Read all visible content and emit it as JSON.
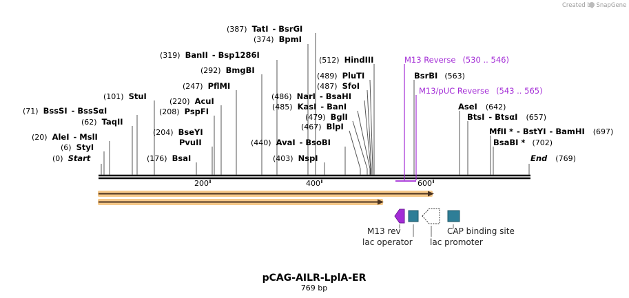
{
  "watermark": "Created by SnapGene",
  "title": "pCAG-AILR-LplA-ER",
  "length_label": "769 bp",
  "sequence_length": 769,
  "colors": {
    "primer": "#a32cd6",
    "feature_teal": "#2e7e97",
    "orf_glow": "#f6c98a",
    "orf_line": "#4a3320",
    "backbone": "#000000"
  },
  "scale_ticks": [
    "200",
    "400",
    "600"
  ],
  "sites": [
    {
      "pos": "(0)",
      "name": "Start",
      "bp": 0,
      "italic": true
    },
    {
      "pos": "(6)",
      "name": "StyI",
      "bp": 6
    },
    {
      "pos": "(20)",
      "name": "AleI",
      "extra": "MslI",
      "bp": 20
    },
    {
      "pos": "(62)",
      "name": "TaqII",
      "bp": 62
    },
    {
      "pos": "(71)",
      "name": "BssSI",
      "extra": "BssSαI",
      "bp": 71
    },
    {
      "pos": "(101)",
      "name": "StuI",
      "bp": 101
    },
    {
      "pos": "(176)",
      "name": "BsaI",
      "bp": 176
    },
    {
      "pos": "(204)",
      "name": "BseYI",
      "bp": 204
    },
    {
      "pos": "",
      "name": "PvuII",
      "bp": 204
    },
    {
      "pos": "(208)",
      "name": "PspFI",
      "bp": 208
    },
    {
      "pos": "(220)",
      "name": "AcuI",
      "bp": 220
    },
    {
      "pos": "(247)",
      "name": "PflMI",
      "bp": 247
    },
    {
      "pos": "(292)",
      "name": "BmgBI",
      "bp": 292
    },
    {
      "pos": "(319)",
      "name": "BanII",
      "extra": "Bsp1286I",
      "bp": 319
    },
    {
      "pos": "(374)",
      "name": "BpmI",
      "bp": 374
    },
    {
      "pos": "(387)",
      "name": "TatI",
      "extra": "BsrGI",
      "bp": 387
    },
    {
      "pos": "(403)",
      "name": "NspI",
      "bp": 403
    },
    {
      "pos": "(440)",
      "name": "AvaI",
      "extra": "BsoBI",
      "bp": 440
    },
    {
      "pos": "(467)",
      "name": "BlpI",
      "bp": 467
    },
    {
      "pos": "(479)",
      "name": "BglI",
      "bp": 479
    },
    {
      "pos": "(485)",
      "name": "KasI",
      "extra": "BanI",
      "bp": 485
    },
    {
      "pos": "(486)",
      "name": "NarI",
      "extra": "BsaHI",
      "bp": 486
    },
    {
      "pos": "(487)",
      "name": "SfoI",
      "bp": 487
    },
    {
      "pos": "(489)",
      "name": "PluTI",
      "bp": 489
    },
    {
      "pos": "(512)",
      "name": "HindIII",
      "bp": 512
    },
    {
      "pos": "(563)",
      "name": "BsrBI",
      "bp": 563
    },
    {
      "pos": "(642)",
      "name": "AseI",
      "bp": 642
    },
    {
      "pos": "(657)",
      "name": "BtsI",
      "extra": "BtsαI",
      "bp": 657
    },
    {
      "pos": "(697)",
      "name": "MfII *",
      "extra": "BstYI",
      "extra2": "BamHI",
      "bp": 697
    },
    {
      "pos": "(702)",
      "name": "BsaBI *",
      "bp": 702
    },
    {
      "pos": "(769)",
      "name": "End",
      "bp": 769,
      "italic": true
    }
  ],
  "primers": [
    {
      "name": "M13 Reverse",
      "range": "(530 .. 546)",
      "start": 530,
      "end": 546
    },
    {
      "name": "M13/pUC Reverse",
      "range": "(543 .. 565)",
      "start": 543,
      "end": 565
    }
  ],
  "features": [
    {
      "label": "M13 rev",
      "kind": "arrow-left",
      "color": "#a32cd6"
    },
    {
      "label": "lac operator",
      "kind": "box",
      "color": "#2e7e97"
    },
    {
      "label": "lac promoter",
      "kind": "arrow-left-outline",
      "color": "#ffffff"
    },
    {
      "label": "CAP binding site",
      "kind": "box",
      "color": "#2e7e97"
    }
  ]
}
